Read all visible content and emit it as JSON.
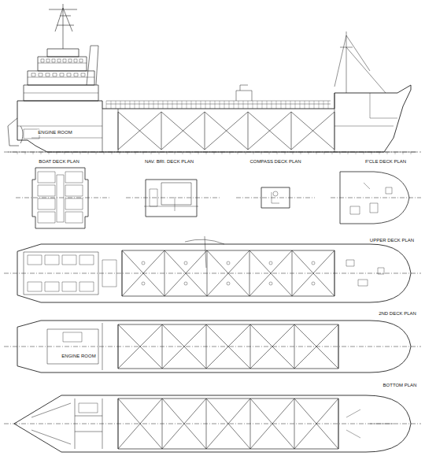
{
  "diagram": {
    "labels": [
      "ENGINE ROOM",
      "BOAT DECK PLAN",
      "NAV. BRI. DECK PLAN",
      "COMPASS DECK PLAN",
      "F'CLE DECK PLAN",
      "UPPER DECK PLAN",
      "2ND DECK PLAN",
      "ENGINE ROOM",
      "BOTTOM PLAN"
    ]
  }
}
